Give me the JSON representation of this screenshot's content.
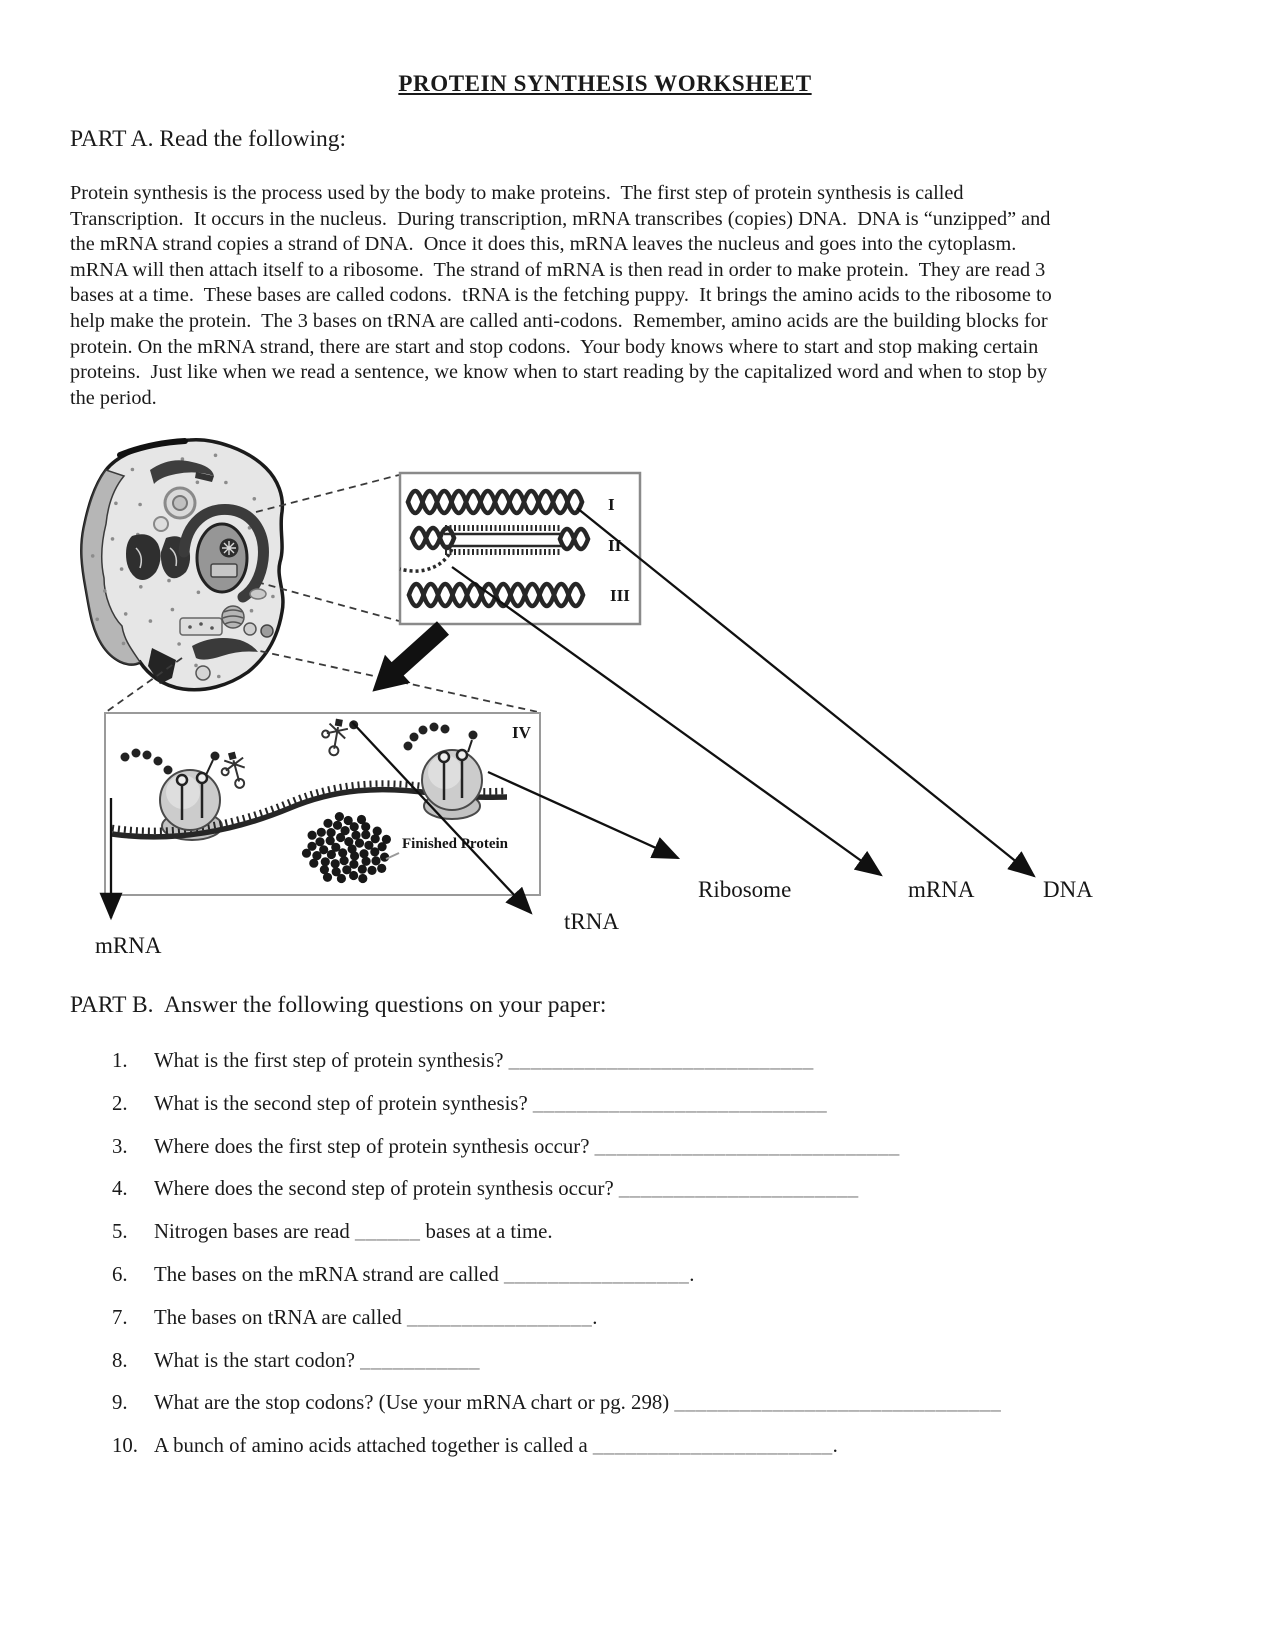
{
  "title": "PROTEIN SYNTHESIS WORKSHEET",
  "part_a": {
    "heading": "PART A. Read the following:",
    "paragraph": "Protein synthesis is the process used by the body to make proteins.  The first step of protein synthesis is called\nTranscription.  It occurs in the nucleus.  During transcription, mRNA transcribes (copies) DNA.  DNA is “unzipped” and\nthe mRNA strand copies a strand of DNA.  Once it does this, mRNA leaves the nucleus and goes into the cytoplasm.\nmRNA will then attach itself to a ribosome.  The strand of mRNA is then read in order to make protein.  They are read 3\nbases at a time.  These bases are called codons.  tRNA is the fetching puppy.  It brings the amino acids to the ribosome to\nhelp make the protein.  The 3 bases on tRNA are called anti-codons.  Remember, amino acids are the building blocks for\nprotein. On the mRNA strand, there are start and stop codons.  Your body knows where to start and stop making certain\nproteins.  Just like when we read a sentence, we know when to start reading by the capitalized word and when to stop by\nthe period."
  },
  "diagram": {
    "panels": [
      "I",
      "II",
      "III",
      "IV"
    ],
    "labels": {
      "finished_protein": "Finished Protein",
      "ribosome": "Ribosome",
      "mrna_callout": "mRNA",
      "dna": "DNA",
      "trna": "tRNA",
      "mrna_bottom": "mRNA"
    }
  },
  "part_b": {
    "heading": "PART B.  Answer the following questions on your paper:",
    "questions": [
      {
        "num": "1.",
        "text": "What is the first step of protein synthesis? ",
        "blank": "____________________________",
        "suffix": ""
      },
      {
        "num": "2.",
        "text": "What is the second step of protein synthesis? ",
        "blank": "___________________________",
        "suffix": ""
      },
      {
        "num": "3.",
        "text": "Where does the first step of protein synthesis occur? ",
        "blank": "____________________________",
        "suffix": ""
      },
      {
        "num": "4.",
        "text": "Where does the second step of protein synthesis occur? ",
        "blank": "______________________",
        "suffix": ""
      },
      {
        "num": "5.",
        "text": "Nitrogen bases are read ",
        "blank": "______",
        "suffix": " bases at a time."
      },
      {
        "num": "6.",
        "text": "The bases on the mRNA strand are called ",
        "blank": "_________________",
        "suffix": "."
      },
      {
        "num": "7.",
        "text": "The bases on tRNA are called ",
        "blank": "_________________",
        "suffix": "."
      },
      {
        "num": "8.",
        "text": "What is the start codon? ",
        "blank": "___________",
        "suffix": ""
      },
      {
        "num": "9.",
        "text": "What are the stop codons? (Use your mRNA chart or pg. 298) ",
        "blank": "______________________________",
        "suffix": ""
      },
      {
        "num": "10.",
        "text": "A bunch of amino acids attached together is called a ",
        "blank": "______________________",
        "suffix": "."
      }
    ]
  }
}
